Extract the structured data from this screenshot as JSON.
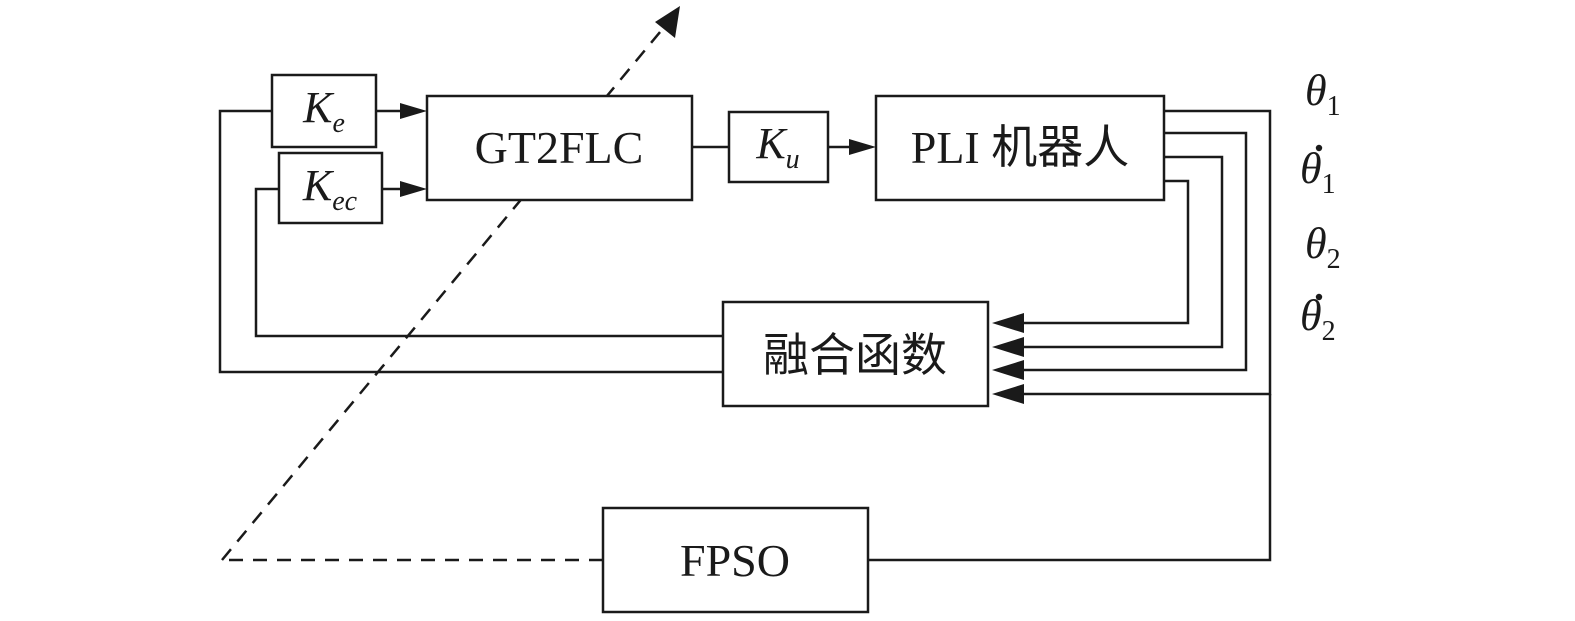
{
  "blocks": {
    "controller": "GT2FLC",
    "plant": "PLI 机器人",
    "fusion": "融合函数",
    "optimizer": "FPSO"
  },
  "gains": {
    "ke": {
      "main": "K",
      "sub": "e"
    },
    "kec": {
      "main": "K",
      "sub": "ec"
    },
    "ku": {
      "main": "K",
      "sub": "u"
    }
  },
  "signals": [
    {
      "main": "θ",
      "sub": "1",
      "dot": false
    },
    {
      "main": "θ",
      "sub": "1",
      "dot": true
    },
    {
      "main": "θ",
      "sub": "2",
      "dot": false
    },
    {
      "main": "θ",
      "sub": "2",
      "dot": true
    }
  ]
}
